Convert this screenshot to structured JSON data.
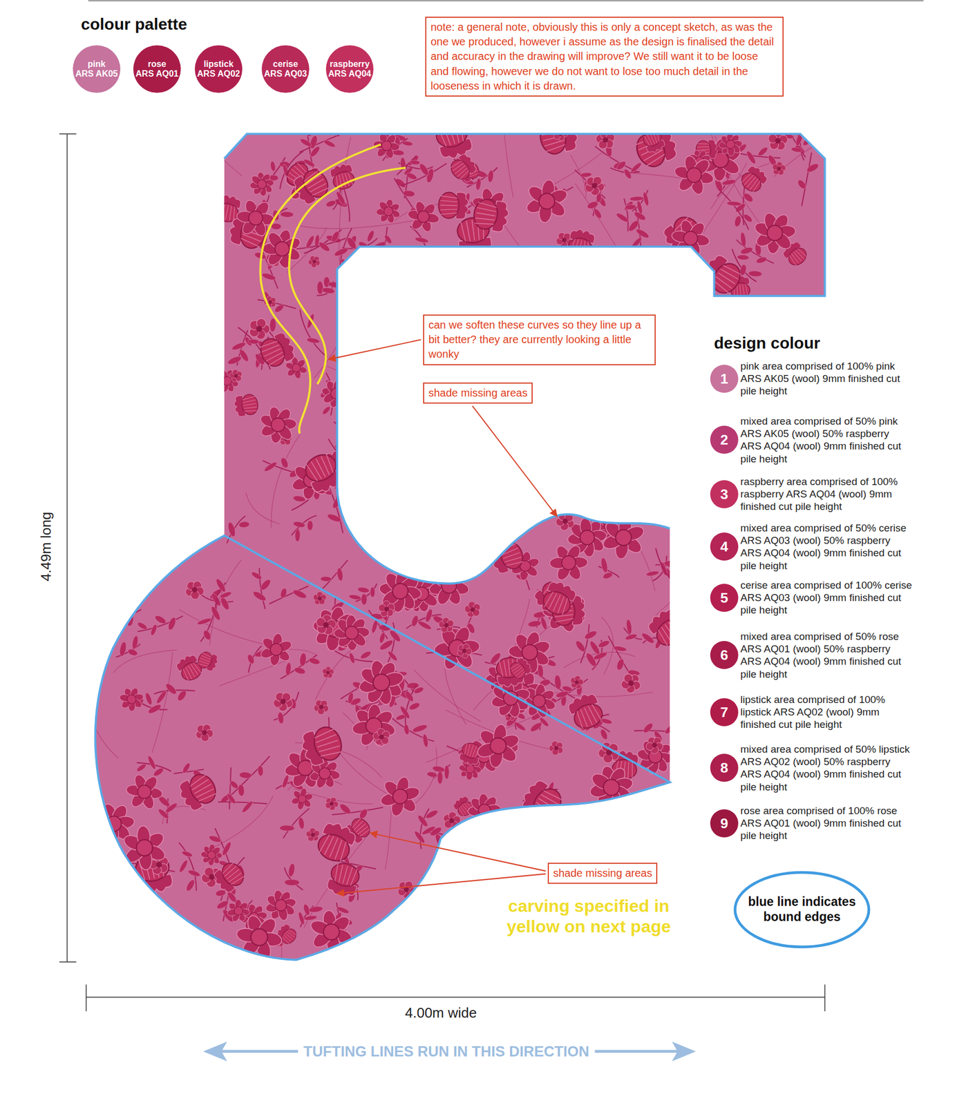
{
  "diagram": {
    "nodes": [
      {
        "text": [
          "pink",
          "ARS AK05"
        ]
      },
      {
        "text": [
          "rose",
          "ARS AQ01"
        ]
      },
      {
        "text": [
          "lipstick",
          "ARS AQ02"
        ]
      },
      {
        "text": [
          "cerise",
          "ARS AQ03"
        ]
      },
      {
        "text": [
          "raspberry",
          "ARS AQ04"
        ]
      },
      {
        "text": [
          "note: a general note, obviously this is only a concept sketch, as was the one we produced, however i assume as the design is finalised the detail and accuracy in the drawing will improve? We still want it to be loose and flowing, however we do not want to lose too much detail in the looseness in which it is drawn."
        ]
      },
      {
        "text": [
          "can we soften these curves so they line up a bit better? they are currently looking a little wonky"
        ]
      },
      {
        "text": [
          "shade missing areas"
        ]
      },
      {
        "text": [
          "1",
          "pink area comprised of 100% pink ARS AK05 (wool) 9mm finished cut pile height"
        ]
      },
      {
        "text": [
          "2",
          "mixed area comprised of 50% pink ARS AK05 (wool) 50% raspberry ARS AQ04 (wool) 9mm finished cut pile height"
        ]
      },
      {
        "text": [
          "3",
          "raspberry area comprised of 100% raspberry ARS AQ04 (wool) 9mm finished cut pile height"
        ]
      },
      {
        "text": [
          "4",
          "mixed area comprised of 50% cerise ARS AQ03 (wool) 50% raspberry ARS AQ04 (wool) 9mm finished cut pile height"
        ]
      },
      {
        "text": [
          "5",
          "cerise area comprised of 100% cerise ARS AQ03 (wool) 9mm finished cut pile height"
        ]
      },
      {
        "text": [
          "6",
          "mixed area comprised of 50% rose ARS AQ01 (wool) 50% raspberry ARS AQ04 (wool) 9mm finished cut pile height"
        ]
      },
      {
        "text": [
          "7",
          "lipstick area comprised of 100% lipstick ARS AQ02 (wool) 9mm finished cut pile height"
        ]
      },
      {
        "text": [
          "8",
          "mixed area comprised of 50%  lipstick ARS AQ02 (wool) 50% raspberry ARS AQ04 (wool) 9mm finished cut pile height"
        ]
      },
      {
        "text": [
          "9",
          "rose area comprised of 100% rose ARS AQ01 (wool) 9mm finished cut pile height"
        ]
      },
      {
        "text": [
          "shade missing areas"
        ]
      },
      {
        "text": [
          "blue line indicates bound edges"
        ]
      }
    ],
    "labels": [
      "colour palette",
      "design colour",
      "carving specified in yellow on next page",
      "4.49m long",
      "4.00m wide",
      "TUFTING LINES RUN IN THIS DIRECTION"
    ]
  }
}
